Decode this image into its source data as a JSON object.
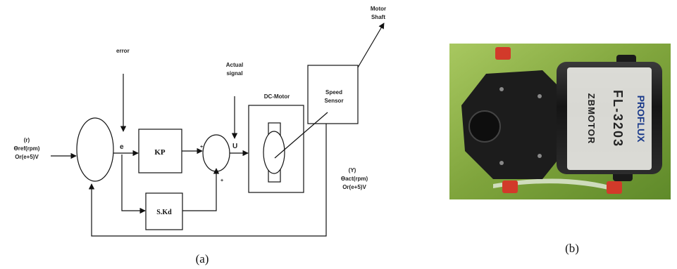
{
  "diagram": {
    "input": {
      "line1": "(r)",
      "line2": "Өref(rpm)",
      "line3": "Or(e+5)V"
    },
    "error_label": "error",
    "e_label": "e",
    "kp_label": "KP",
    "skd_label": "S.Kd",
    "plus_top": "+",
    "plus_bottom": "+",
    "u_label": "U",
    "actual_signal": {
      "line1": "Actual",
      "line2": "signal"
    },
    "dc_motor_label": "DC-Motor",
    "speed_sensor": {
      "line1": "Speed",
      "line2": "Sensor"
    },
    "motor_shaft": {
      "line1": "Motor",
      "line2": "Shaft"
    },
    "output": {
      "line1": "(Y)",
      "line2": "Өact(rpm)",
      "line3": "Or(e+5)V"
    },
    "caption": "(a)"
  },
  "photo": {
    "label_top": "PROFLUX",
    "model": "FL-3203",
    "brand": "ZBMOTOR",
    "caption": "(b)",
    "colors": {
      "background": "#7fa43c",
      "body": "#2a2a2a",
      "fittings": "#d23a2a"
    }
  }
}
